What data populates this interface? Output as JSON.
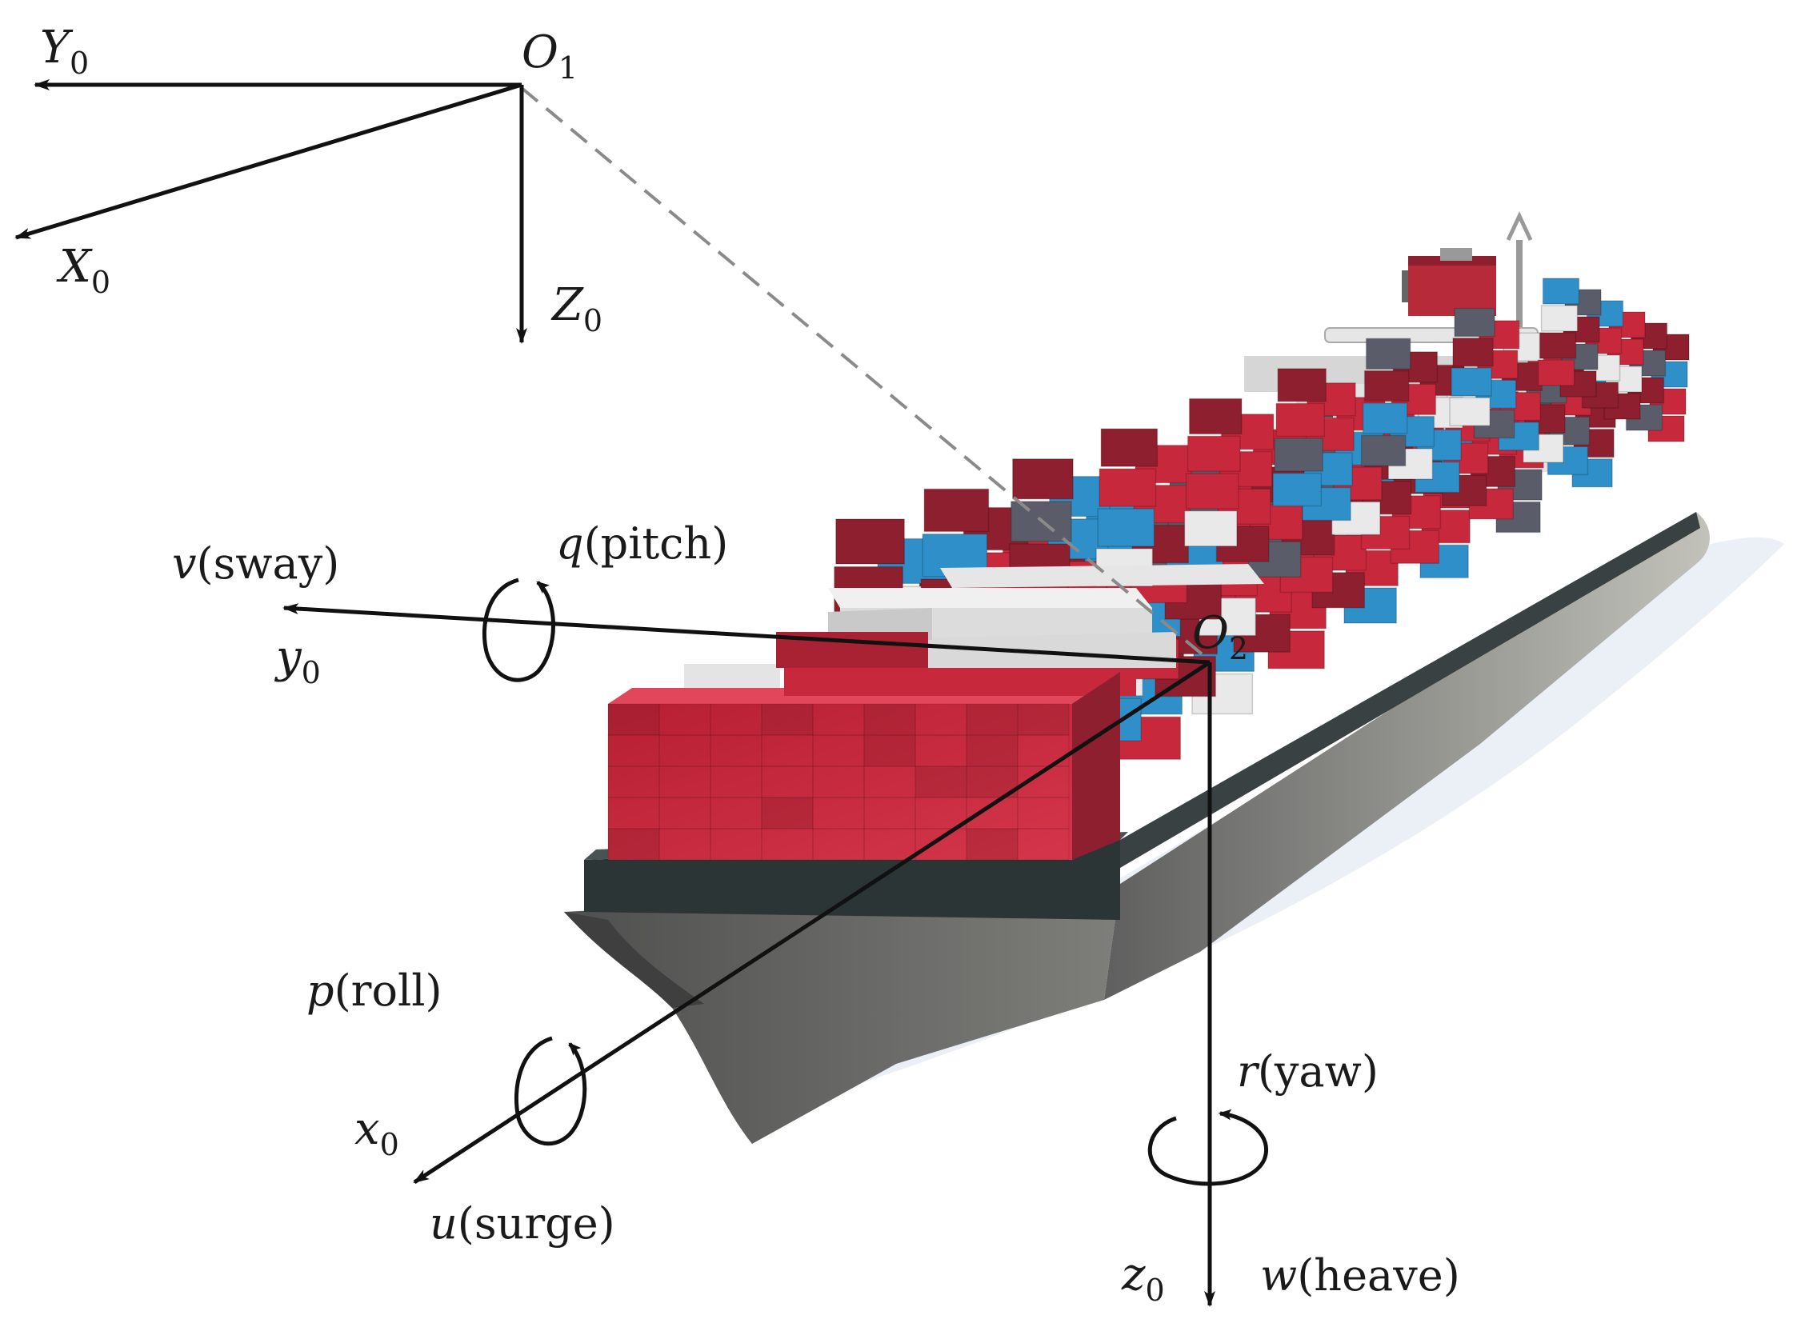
{
  "inertial_frame": {
    "origin": {
      "base": "O",
      "sub": "1"
    },
    "axis_x": {
      "base": "X",
      "sub": "0"
    },
    "axis_y": {
      "base": "Y",
      "sub": "0"
    },
    "axis_z": {
      "base": "Z",
      "sub": "0"
    }
  },
  "body_frame": {
    "origin": {
      "base": "O",
      "sub": "2"
    },
    "axis_x": {
      "base": "x",
      "sub": "0"
    },
    "axis_y": {
      "base": "y",
      "sub": "0"
    },
    "axis_z": {
      "base": "z",
      "sub": "0"
    }
  },
  "motions": {
    "surge": {
      "symbol": "u",
      "name": "(surge)"
    },
    "sway": {
      "symbol": "v",
      "name": "(sway)"
    },
    "heave": {
      "symbol": "w",
      "name": "(heave)"
    },
    "roll": {
      "symbol": "p",
      "name": "(roll)"
    },
    "pitch": {
      "symbol": "q",
      "name": "(pitch)"
    },
    "yaw": {
      "symbol": "r",
      "name": "(yaw)"
    }
  },
  "colors": {
    "axis": "#111111",
    "dashed_link": "#8a8a8a",
    "container_red": "#c8283c",
    "container_dark_red": "#8e1f2e",
    "container_blue": "#2f8fc9",
    "container_white": "#e9e9e9",
    "container_grey": "#5a5c6a",
    "hull_dark": "#6f6f6f",
    "hull_light": "#b4b4ae",
    "deck_dark": "#2c3536",
    "superstructure": "#dcdcdc",
    "water": "#eaf0f6"
  },
  "icons": {
    "ship": "container-ship-icon",
    "rotation": "rotation-arrow-icon"
  }
}
